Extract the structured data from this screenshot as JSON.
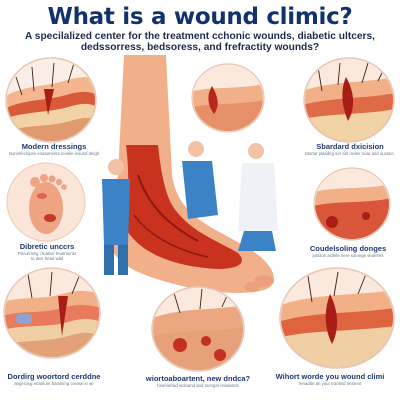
{
  "header": {
    "title": "What is a wound climic?",
    "subtitle_line1": "A specilalized center for the treatment cchonic wounds,  diabetic ultcers,",
    "subtitle_line2": "dedssorress, bedsoress, and frefractity wounds?"
  },
  "captions": {
    "modern_dressings": {
      "heading": "Modern dressings",
      "sub1": "Noninfecnipse enatuments moelle wound deigh"
    },
    "standard_decision": {
      "heading": "Sbardard dxicision",
      "sub1": "Mortar plaadirg ser ant moter nuar and ouctine."
    },
    "diabetic_ulcers": {
      "heading": "Dibretic unccrs",
      "sub1": "Preventing creative treatments",
      "sub2": "to deic head wild"
    },
    "casual_dosing": {
      "heading": "Coudelsoling donges",
      "sub1": "posiion actlele nere somnge seuleres"
    },
    "dressing_wound_care": {
      "heading": "Dordirg woortord cerddne",
      "sub1": "aegerang enatnore bamining crease in ae"
    },
    "new_discs": {
      "heading": "wiortoaboartent, new dndca?",
      "sub1": "hearvetrad woloand and rsongat revalands"
    },
    "wound_clinic": {
      "heading": "Wihort worde you wound climi",
      "sub1": "renadtte an your trantind tresrent"
    }
  },
  "colors": {
    "title": "#12326e",
    "skin": "#f0b18c",
    "wound": "#b8261c",
    "scrubs": "#3b83c6",
    "caption": "#203870"
  }
}
